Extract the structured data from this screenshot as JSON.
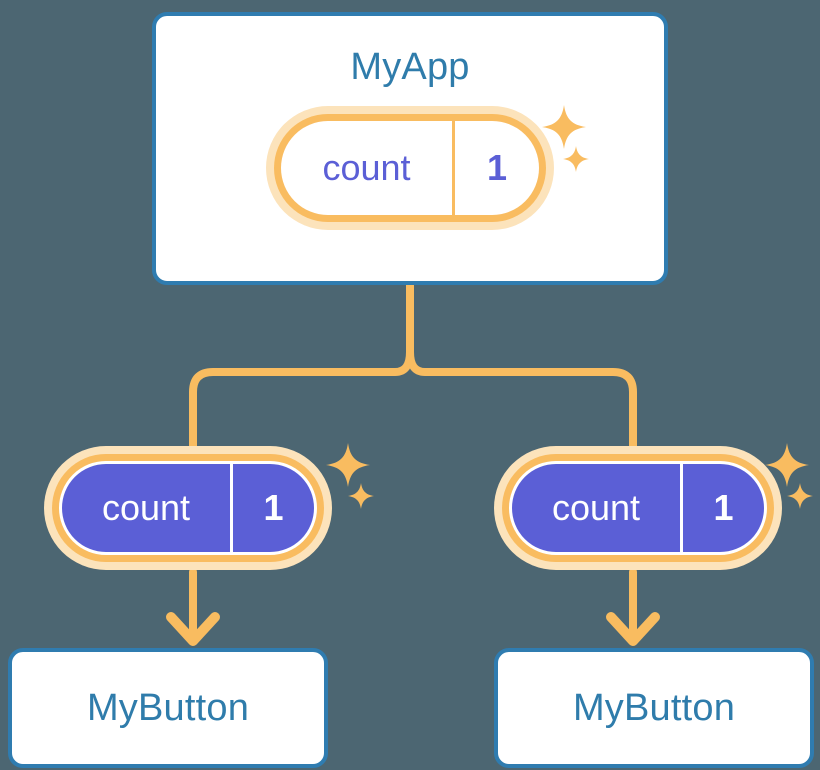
{
  "diagram": {
    "title_semantic": "react-state-propagation-tree",
    "background_color": "#4c6672",
    "accent_orange": "#f9bc60",
    "accent_orange_soft": "#fce3bb",
    "accent_blue": "#2f7cb0",
    "accent_purple": "#5b5fd6",
    "card_background": "#ffffff"
  },
  "root": {
    "title": "MyApp",
    "state": {
      "key": "count",
      "value": "1"
    },
    "sparkles": [
      {
        "name": "sparkle-large-icon",
        "size": "large"
      },
      {
        "name": "sparkle-small-icon",
        "size": "small"
      }
    ]
  },
  "children": [
    {
      "title": "MyButton",
      "state": {
        "key": "count",
        "value": "1"
      },
      "sparkles": [
        {
          "name": "sparkle-large-icon",
          "size": "large"
        },
        {
          "name": "sparkle-small-icon",
          "size": "small"
        }
      ]
    },
    {
      "title": "MyButton",
      "state": {
        "key": "count",
        "value": "1"
      },
      "sparkles": [
        {
          "name": "sparkle-large-icon",
          "size": "large"
        },
        {
          "name": "sparkle-small-icon",
          "size": "small"
        }
      ]
    }
  ],
  "connectors": {
    "trunk_name": "root-to-fork-connector",
    "fork_name": "fork-split-connector",
    "left_branch_name": "left-branch-connector",
    "right_branch_name": "right-branch-connector",
    "left_arrow_name": "left-pill-to-button-arrow",
    "right_arrow_name": "right-pill-to-button-arrow",
    "stroke_width": "8",
    "color": "#f9bc60"
  }
}
